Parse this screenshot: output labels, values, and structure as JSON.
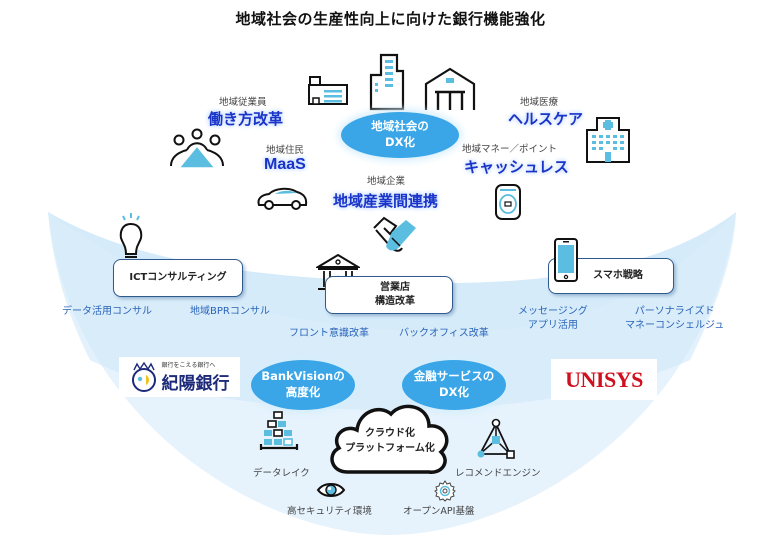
{
  "title": "地域社会の生産性向上に向けた銀行機能強化",
  "colors": {
    "accent_blue": "#3aa6e8",
    "heading_blue": "#1a33c8",
    "sub_blue": "#2a64b8",
    "bowl_light": "#d8edfb",
    "icon_fill": "#5bbde0",
    "unisys_red": "#d0101e"
  },
  "top": {
    "center_ellipse": "地域社会の\nDX化",
    "items": [
      {
        "category": "地域従業員",
        "label": "働き方改革",
        "icon": "meeting-people-icon"
      },
      {
        "category": "地域住民",
        "label": "MaaS",
        "icon": "car-icon"
      },
      {
        "category": "地域企業",
        "label": "地域産業間連携",
        "icon": "handshake-icon"
      },
      {
        "category": "地域医療",
        "label": "ヘルスケア",
        "icon": "hospital-icon"
      },
      {
        "category": "地域マネー／ポイント",
        "label": "キャッシュレス",
        "icon": "payment-terminal-icon"
      }
    ],
    "building_icons": [
      "factory-icon",
      "office-building-icon",
      "warehouse-icon"
    ]
  },
  "middle": {
    "ict": {
      "label": "ICTコンサルティング",
      "icon": "lightbulb-icon",
      "subs": [
        "データ活用コンサル",
        "地域BPRコンサル"
      ]
    },
    "branch": {
      "label": "営業店\n構造改革",
      "icon": "bank-icon",
      "subs": [
        "フロント意識改革",
        "バックオフィス改革"
      ]
    },
    "smartphone": {
      "label": "スマホ戦略",
      "icon": "smartphone-icon",
      "subs": [
        "メッセージング\nアプリ活用",
        "パーソナライズド\nマネーコンシェルジュ"
      ]
    }
  },
  "bottom": {
    "logos": {
      "kiyo_tagline": "銀行をこえる銀行へ",
      "kiyo_name": "紀陽銀行",
      "unisys": "UNISYS"
    },
    "ellipses": [
      "BankVisionの\n高度化",
      "金融サービスの\nDX化"
    ],
    "cloud": "クラウド化\nプラットフォーム化",
    "items": [
      {
        "label": "データレイク",
        "icon": "data-blocks-icon"
      },
      {
        "label": "レコメンドエンジン",
        "icon": "network-triangle-icon"
      },
      {
        "label": "高セキュリティ環境",
        "icon": "eye-icon"
      },
      {
        "label": "オープンAPI基盤",
        "icon": "gear-icon"
      }
    ]
  }
}
